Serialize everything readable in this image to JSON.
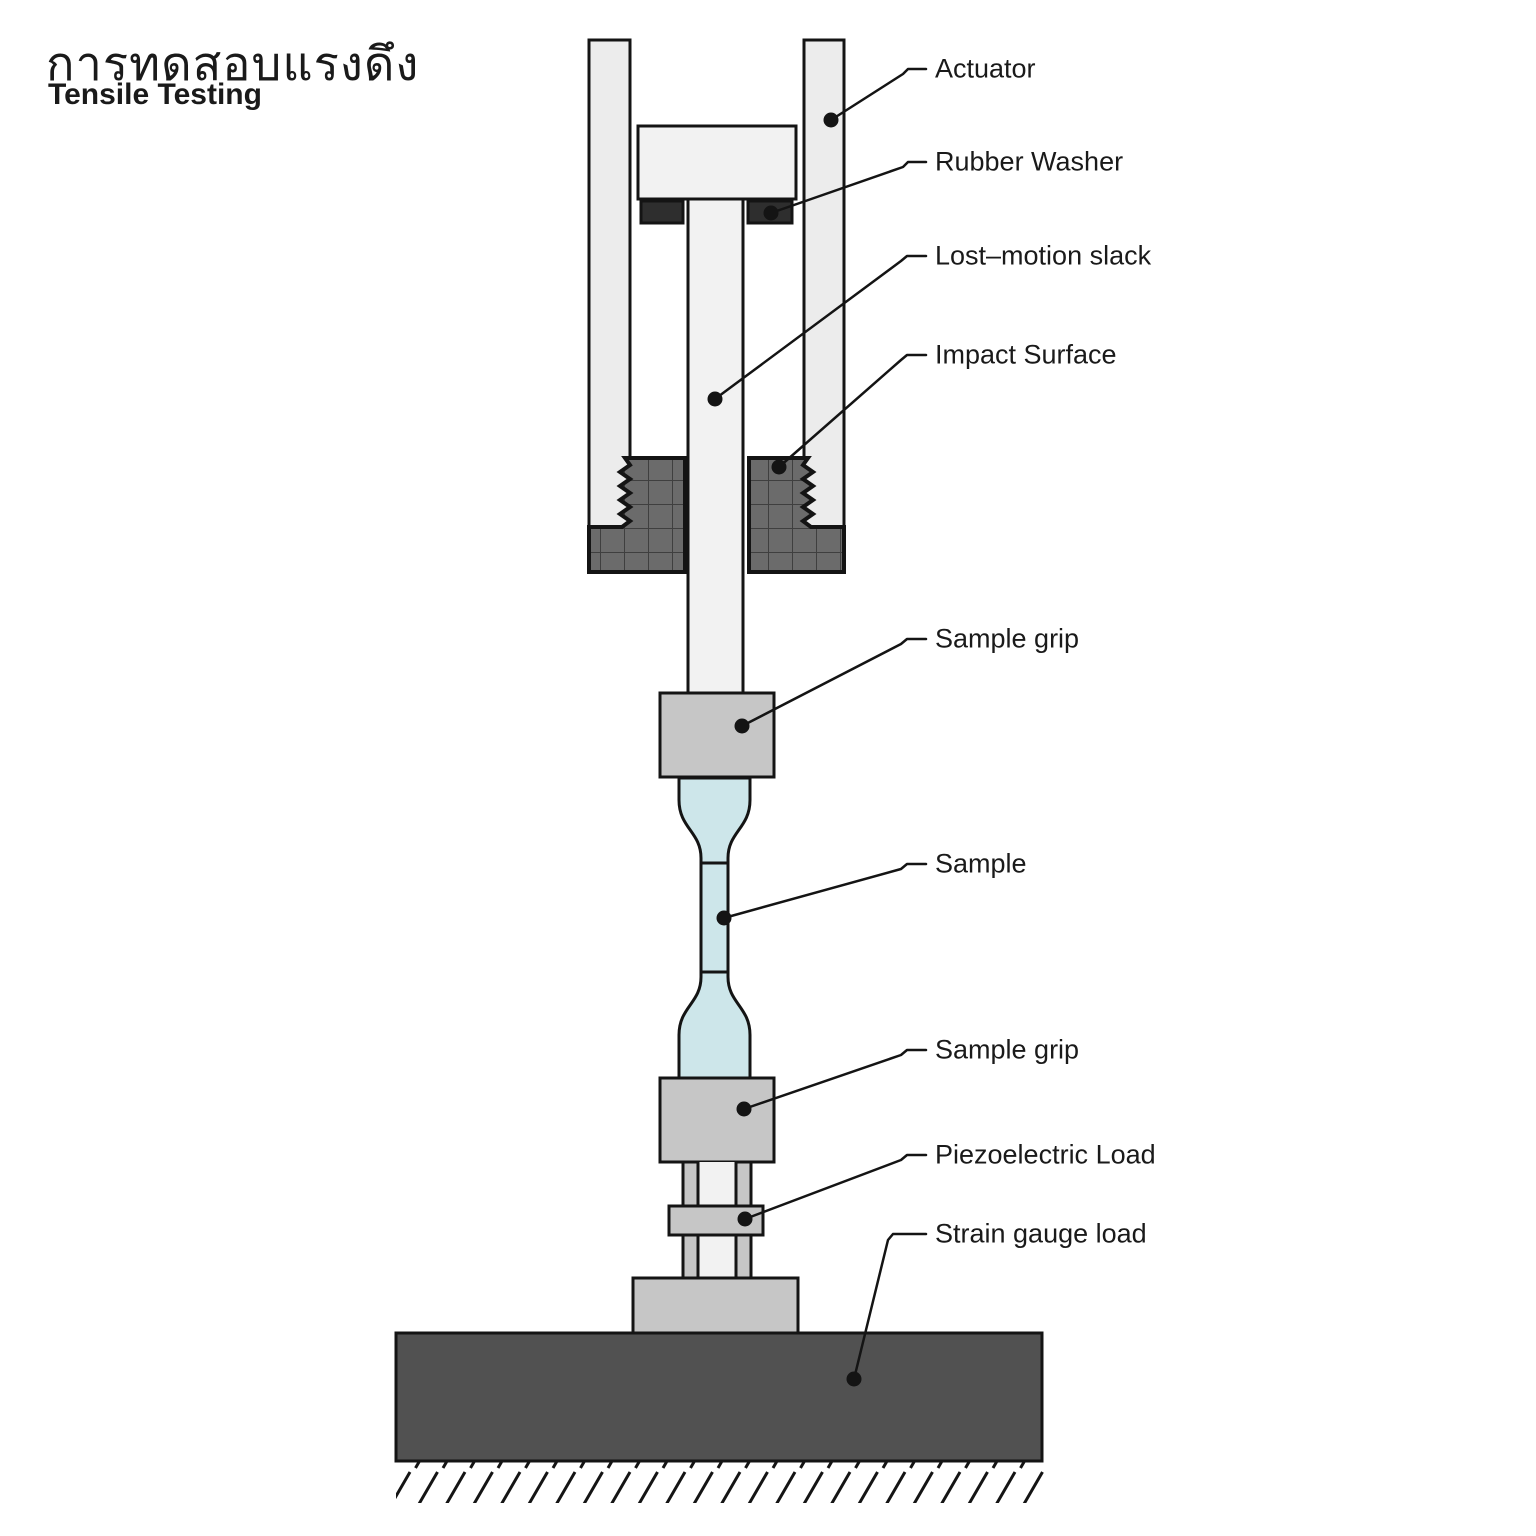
{
  "title": {
    "thai": "การทดสอบแรงดึง",
    "english": "Tensile Testing"
  },
  "labels": [
    {
      "id": "actuator",
      "text": "Actuator"
    },
    {
      "id": "rubber-washer",
      "text": "Rubber Washer"
    },
    {
      "id": "lost-motion-slack",
      "text": "Lost–motion slack"
    },
    {
      "id": "impact-surface",
      "text": "Impact Surface"
    },
    {
      "id": "sample-grip-upper",
      "text": "Sample grip"
    },
    {
      "id": "sample",
      "text": "Sample"
    },
    {
      "id": "sample-grip-lower",
      "text": "Sample grip"
    },
    {
      "id": "piezoelectric-load",
      "text": "Piezoelectric Load"
    },
    {
      "id": "strain-gauge-load",
      "text": "Strain gauge load"
    }
  ],
  "colors": {
    "text": "#1a1a1a",
    "outline": "#141414",
    "frame": "#ececec",
    "bar": "#f2f2f2",
    "washer": "#2e2e2e",
    "block": "#6b6b6b",
    "block_grid": "#3f3f3f",
    "grip": "#c6c6c6",
    "sample": "#cde6ea",
    "base": "#515151"
  }
}
